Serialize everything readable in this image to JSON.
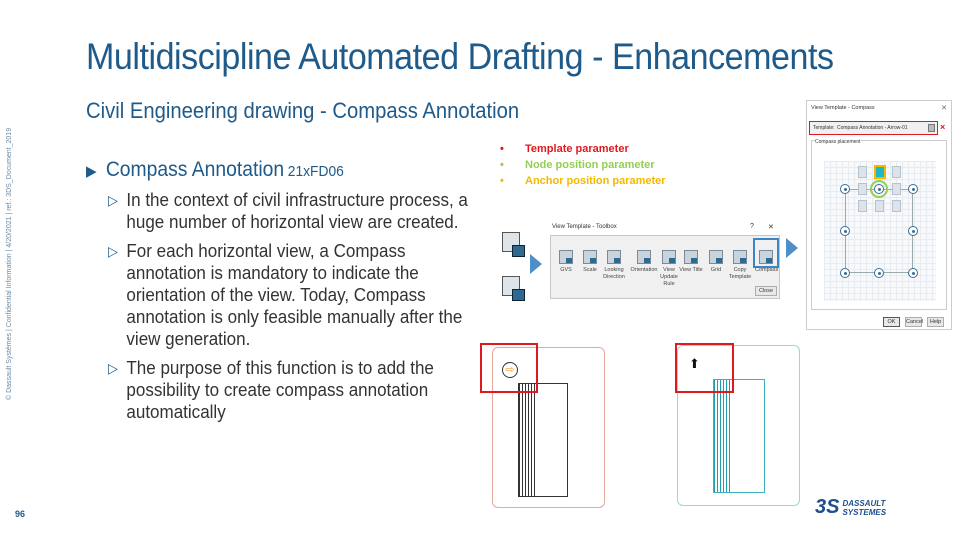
{
  "title": "Multidiscipline Automated Drafting - Enhancements",
  "subtitle": "Civil Engineering drawing - Compass Annotation",
  "side_text": "© Dassault Systèmes | Confidential Information | 4/20/2021 | ref.: 3DS_Document_2019",
  "page_number": "96",
  "main": {
    "heading": "Compass Annotation",
    "heading_code": "21xFD06",
    "items": [
      "In the context of civil infrastructure process, a huge number of horizontal view are created.",
      "For each horizontal view, a Compass annotation is mandatory to indicate the orientation of the view. Today, Compass annotation is only feasible manually after the view generation.",
      "The purpose of this function is to add the possibility to create compass annotation automatically"
    ]
  },
  "legend": [
    {
      "label": "Template parameter",
      "color": "#e0191e"
    },
    {
      "label": "Node position parameter",
      "color": "#92d050"
    },
    {
      "label": "Anchor position parameter",
      "color": "#f5b800"
    }
  ],
  "toolbox": {
    "title": "View Template - Toolbox",
    "help": "?",
    "close_x": "✕",
    "items": [
      "GVS",
      "Scale",
      "Looking Direction",
      "Orientation",
      "View Update Rule",
      "View Title",
      "Grid",
      "Copy Template",
      "Compass"
    ],
    "close_label": "Close"
  },
  "compass_dialog": {
    "title": "View Template - Compass",
    "close_x": "✕",
    "template_label": "Template:",
    "template_value": "Compass Annotation - Arrow-01",
    "group_label": "Compass placement",
    "ok": "OK",
    "cancel": "Cancel",
    "help": "Help"
  },
  "logo": {
    "line1": "DASSAULT",
    "line2": "SYSTEMES"
  }
}
